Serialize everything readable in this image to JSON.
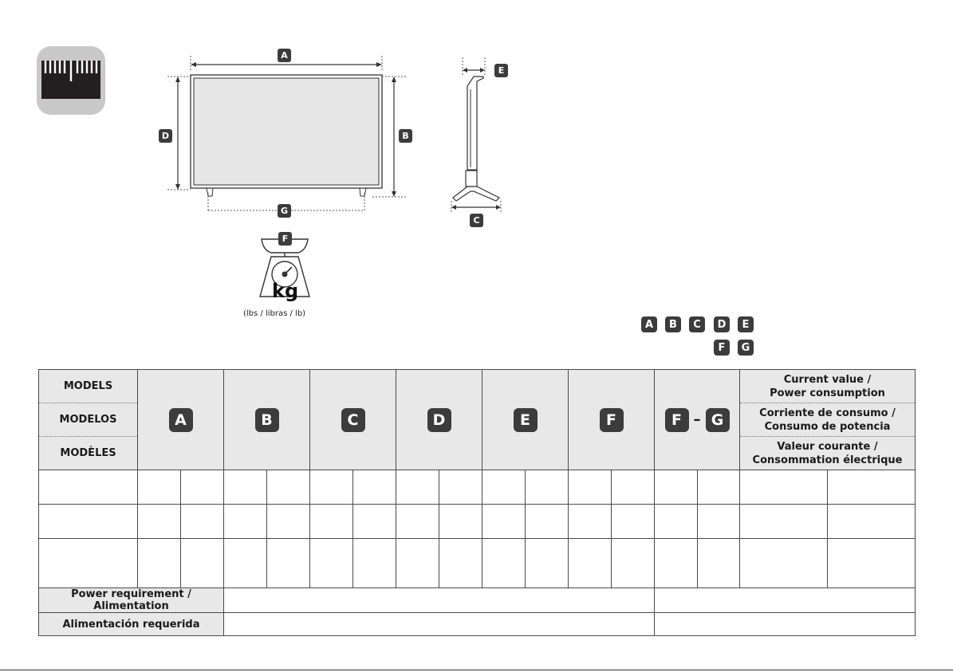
{
  "diagram": {
    "dim_labels": [
      "A",
      "B",
      "C",
      "D",
      "E",
      "F",
      "G"
    ],
    "weight_unit": "kg",
    "weight_caption": "(lbs / libras / lb)"
  },
  "key": {
    "row1": [
      "A",
      "B",
      "C",
      "D",
      "E"
    ],
    "row2": [
      "F",
      "G"
    ]
  },
  "table": {
    "model_labels": [
      "MODELS",
      "MODELOS",
      "MODÈLES"
    ],
    "columns": [
      "A",
      "B",
      "C",
      "D",
      "E",
      "F"
    ],
    "fg_left": "F",
    "fg_dash": "–",
    "fg_right": "G",
    "power_en": [
      "Current value /",
      "Power consumption"
    ],
    "power_es": [
      "Corriente de consumo /",
      "Consumo de potencia"
    ],
    "power_fr": [
      "Valeur courante /",
      "Consommation électrique"
    ],
    "footer": [
      "Power requirement / Alimentation",
      "Alimentación requerida"
    ]
  },
  "colors": {
    "badge": "#3c3c3c",
    "shade": "#e8e8e8",
    "icon_bg": "#c8c8c8"
  }
}
